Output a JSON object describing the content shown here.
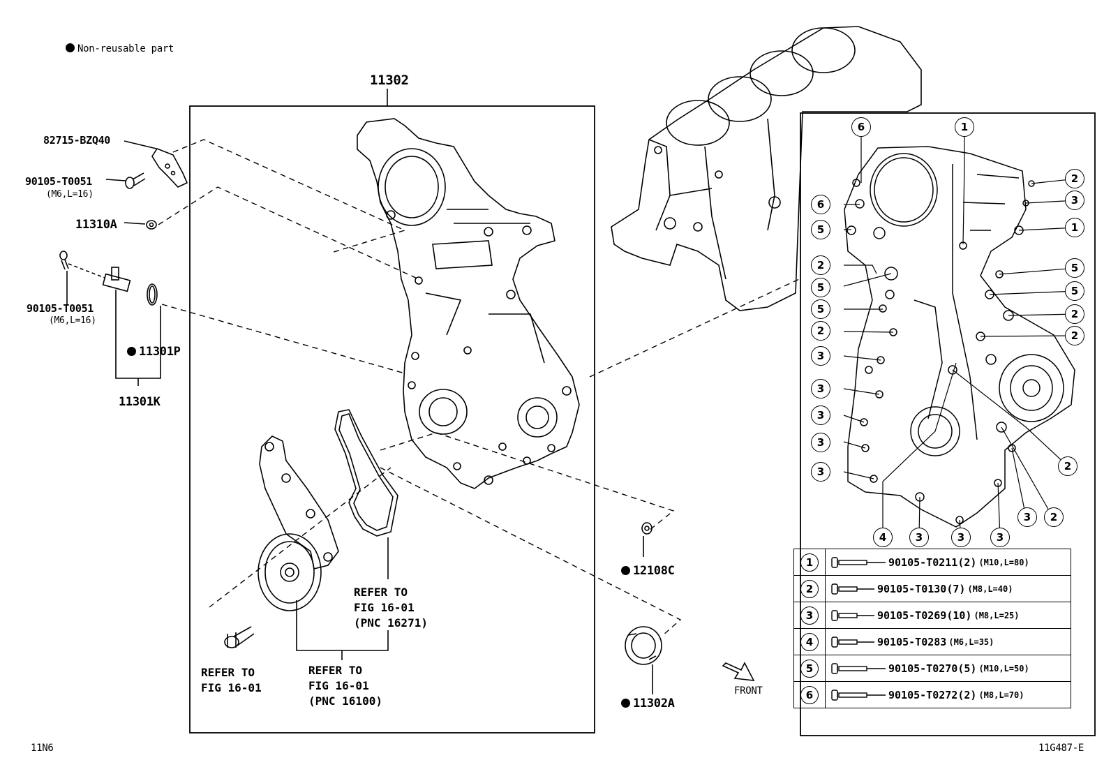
{
  "legend": {
    "text": "Non-reusable part",
    "icon": "filled-circle-icon"
  },
  "labels": {
    "main_cover": "11302",
    "bracket": "82715-BZQ40",
    "bolt_a": "90105-T0051",
    "bolt_a_size": "(M6,L=16)",
    "bolt_b": "90105-T0051",
    "bolt_b_size": "(M6,L=16)",
    "stud": "11310A",
    "oring": "11301P",
    "sensor_kit": "11301K",
    "small_ring": "12108C",
    "oil_seal": "11302A",
    "corner_left": "11N6",
    "corner_right": "11G487-E",
    "front": "FRONT"
  },
  "refers": {
    "bolt": [
      "REFER TO",
      "FIG 16-01"
    ],
    "idler": [
      "REFER TO",
      "FIG 16-01",
      "(PNC 16100)"
    ],
    "gasket": [
      "REFER TO",
      "FIG 16-01",
      "(PNC 16271)"
    ]
  },
  "callouts": {
    "top": [
      "6",
      "1"
    ],
    "left": [
      "6",
      "5",
      "2",
      "5",
      "5",
      "2",
      "3",
      "3",
      "3",
      "3",
      "3"
    ],
    "right": [
      "2",
      "3",
      "1",
      "5",
      "5",
      "2",
      "2",
      "2",
      "2"
    ],
    "bottom": [
      "4",
      "3",
      "3",
      "3",
      "3",
      "2"
    ]
  },
  "bolts": [
    {
      "num": "1",
      "part": "90105-T0211(2)",
      "size": "(M10,L=80)"
    },
    {
      "num": "2",
      "part": "90105-T0130(7)",
      "size": "(M8,L=40)"
    },
    {
      "num": "3",
      "part": "90105-T0269(10)",
      "size": "(M8,L=25)"
    },
    {
      "num": "4",
      "part": "90105-T0283",
      "size": "(M6,L=35)"
    },
    {
      "num": "5",
      "part": "90105-T0270(5)",
      "size": "(M10,L=50)"
    },
    {
      "num": "6",
      "part": "90105-T0272(2)",
      "size": "(M8,L=70)"
    }
  ]
}
